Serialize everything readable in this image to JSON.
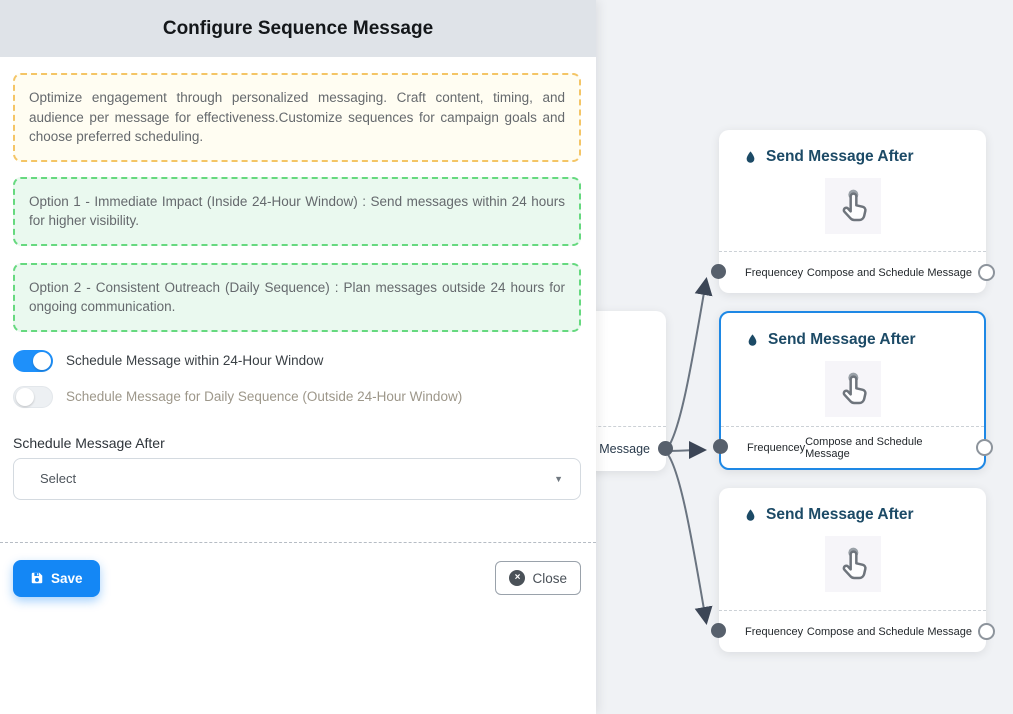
{
  "drawer": {
    "title": "Configure Sequence Message",
    "intro": "Optimize engagement through personalized messaging. Craft content, timing, and audience per message for effectiveness.Customize sequences for campaign goals and choose preferred scheduling.",
    "options": [
      "Option 1 - Immediate Impact (Inside 24-Hour Window) : Send messages within 24 hours for higher visibility.",
      "Option 2 - Consistent Outreach (Daily Sequence) : Plan messages outside 24 hours for ongoing communication."
    ],
    "toggles": [
      {
        "label": "Schedule Message within 24-Hour Window",
        "state": "on"
      },
      {
        "label": "Schedule Message for Daily Sequence (Outside 24-Hour Window)",
        "state": "off"
      }
    ],
    "schedule_after_label": "Schedule Message After",
    "select_placeholder": "Select",
    "save_label": "Save",
    "close_label": "Close"
  },
  "flow": {
    "partial_node": {
      "footer_text": "ce Message"
    },
    "nodes": [
      {
        "title": "Send Message After",
        "footer_left": "Frequencey",
        "footer_right": "Compose and Schedule Message",
        "selected": false
      },
      {
        "title": "Send Message After",
        "footer_left": "Frequencey",
        "footer_right": "Compose and Schedule Message",
        "selected": true
      },
      {
        "title": "Send Message After",
        "footer_left": "Frequencey",
        "footer_right": "Compose and Schedule Message",
        "selected": false
      }
    ]
  },
  "icons": {
    "save": "floppy-disk-icon",
    "close": "circle-x-icon",
    "close_glyph": "×",
    "select_caret_glyph": "▼",
    "node_title": "water-drop-icon",
    "node_body": "tap-hand-icon"
  },
  "colors": {
    "accent_blue": "#1487f5",
    "toggle_on_blue": "#1e90fa",
    "selected_node_border": "#1e88e5",
    "warn_box_border": "#f4c566",
    "ok_box_border": "#66d97f",
    "node_title_color": "#1c4a66",
    "edge_color": "#6a7480"
  }
}
